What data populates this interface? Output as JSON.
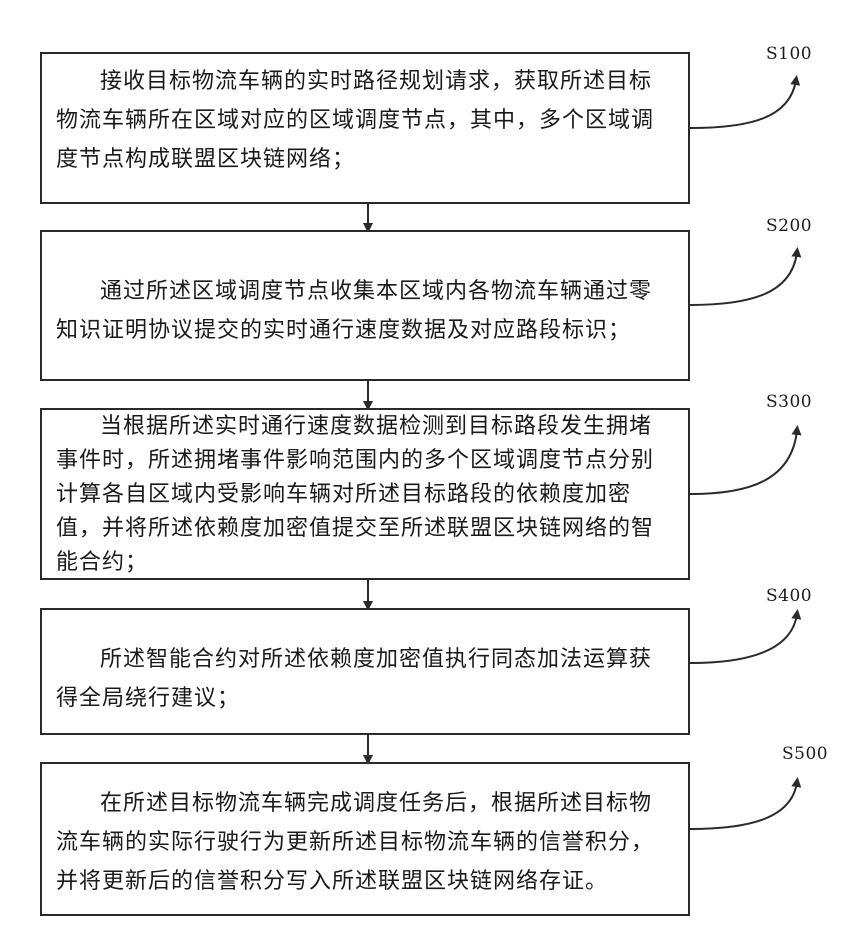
{
  "steps": [
    {
      "label": "S100",
      "text": "接收目标物流车辆的实时路径规划请求，获取所述目标物流车辆所在区域对应的区域调度节点，其中，多个区域调度节点构成联盟区块链网络；"
    },
    {
      "label": "S200",
      "text": "通过所述区域调度节点收集本区域内各物流车辆通过零知识证明协议提交的实时通行速度数据及对应路段标识；"
    },
    {
      "label": "S300",
      "text": "当根据所述实时通行速度数据检测到目标路段发生拥堵事件时，所述拥堵事件影响范围内的多个区域调度节点分别计算各自区域内受影响车辆对所述目标路段的依赖度加密值，并将所述依赖度加密值提交至所述联盟区块链网络的智能合约；"
    },
    {
      "label": "S400",
      "text": "所述智能合约对所述依赖度加密值执行同态加法运算获得全局绕行建议；"
    },
    {
      "label": "S500",
      "text": "在所述目标物流车辆完成调度任务后，根据所述目标物流车辆的实际行驶行为更新所述目标物流车辆的信誉积分，并将更新后的信誉积分写入所述联盟区块链网络存证。"
    }
  ]
}
